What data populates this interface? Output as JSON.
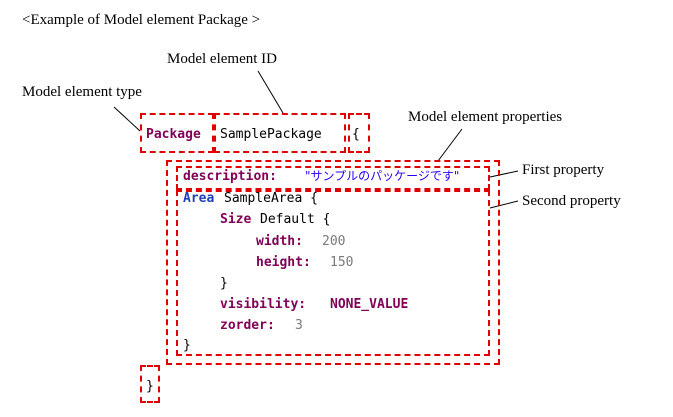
{
  "title": "<Example of Model element Package >",
  "labels": {
    "model_element_type": "Model element type",
    "model_element_id": "Model element ID",
    "model_element_properties": "Model element properties",
    "first_property": "First property",
    "second_property": "Second property"
  },
  "code": {
    "package_keyword": "Package",
    "package_name": "SamplePackage",
    "open_brace": "{",
    "description_key": "description:",
    "description_value": "\"サンプルのパッケージです\"",
    "area_keyword": "Area",
    "area_name": "SampleArea {",
    "size_keyword": "Size",
    "size_name": "Default {",
    "width_key": "width:",
    "width_value": "200",
    "height_key": "height:",
    "height_value": "150",
    "inner_close": "}",
    "visibility_key": "visibility:",
    "visibility_value": "NONE_VALUE",
    "zorder_key": "zorder:",
    "zorder_value": "3",
    "area_close": "}",
    "package_close": "}"
  },
  "colors": {
    "box_border": "#e00000",
    "keyword": "#7f0055",
    "area_keyword": "#1f3fb5",
    "string": "#2a00ff",
    "number": "#7a7a7a"
  }
}
